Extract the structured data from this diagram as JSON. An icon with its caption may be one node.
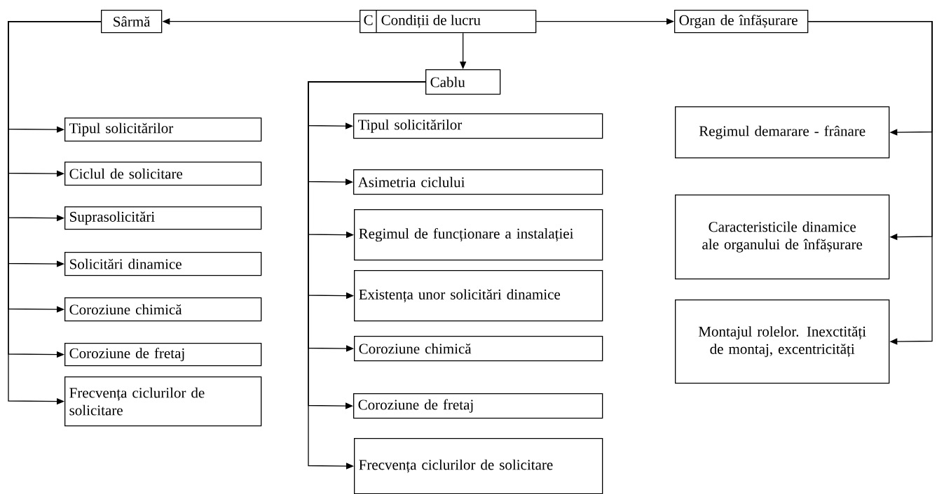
{
  "diagram": {
    "nodes": [
      {
        "text": [
          "C",
          "Condiții de lucru"
        ]
      },
      {
        "text": [
          "Sârmă"
        ]
      },
      {
        "text": [
          "Cablu"
        ]
      },
      {
        "text": [
          "Organ de înfășurare"
        ]
      },
      {
        "text": [
          "Tipul solicitărilor"
        ]
      },
      {
        "text": [
          "Ciclul de solicitare"
        ]
      },
      {
        "text": [
          "Suprasolicitări"
        ]
      },
      {
        "text": [
          "Solicitări dinamice"
        ]
      },
      {
        "text": [
          "Coroziune chimică"
        ]
      },
      {
        "text": [
          "Coroziune de fretaj"
        ]
      },
      {
        "text": [
          "Frecvența ciclurilor de solicitare"
        ]
      },
      {
        "text": [
          "Tipul solicitărilor"
        ]
      },
      {
        "text": [
          "Asimetria ciclului"
        ]
      },
      {
        "text": [
          "Regimul de funcționare a instalației"
        ]
      },
      {
        "text": [
          "Existența unor solicitări dinamice"
        ]
      },
      {
        "text": [
          "Coroziune chimică"
        ]
      },
      {
        "text": [
          "Coroziune de fretaj"
        ]
      },
      {
        "text": [
          "Frecvența ciclurilor de solicitare"
        ]
      },
      {
        "text": [
          "Regimul demarare - frânare"
        ]
      },
      {
        "text": [
          "Caracteristicile dinamice ale organului de înfășurare"
        ]
      },
      {
        "text": [
          "Montajul rolelor. Inexctități de montaj, excentricități"
        ]
      }
    ],
    "edges": [
      {
        "from": 0,
        "to": 1,
        "arrow": "to"
      },
      {
        "from": 0,
        "to": 2,
        "arrow": "to"
      },
      {
        "from": 0,
        "to": 3,
        "arrow": "to"
      },
      {
        "from": 1,
        "to": 4,
        "arrow": "to"
      },
      {
        "from": 1,
        "to": 5,
        "arrow": "to"
      },
      {
        "from": 1,
        "to": 6,
        "arrow": "to"
      },
      {
        "from": 1,
        "to": 7,
        "arrow": "to"
      },
      {
        "from": 1,
        "to": 8,
        "arrow": "to"
      },
      {
        "from": 1,
        "to": 9,
        "arrow": "to"
      },
      {
        "from": 1,
        "to": 10,
        "arrow": "to"
      },
      {
        "from": 2,
        "to": 11,
        "arrow": "to"
      },
      {
        "from": 2,
        "to": 12,
        "arrow": "to"
      },
      {
        "from": 2,
        "to": 13,
        "arrow": "to"
      },
      {
        "from": 2,
        "to": 14,
        "arrow": "to"
      },
      {
        "from": 2,
        "to": 15,
        "arrow": "to"
      },
      {
        "from": 2,
        "to": 16,
        "arrow": "to"
      },
      {
        "from": 2,
        "to": 17,
        "arrow": "to"
      },
      {
        "from": 3,
        "to": 18,
        "arrow": "to"
      },
      {
        "from": 3,
        "to": 19,
        "arrow": "to"
      },
      {
        "from": 3,
        "to": 20,
        "arrow": "to"
      }
    ]
  }
}
